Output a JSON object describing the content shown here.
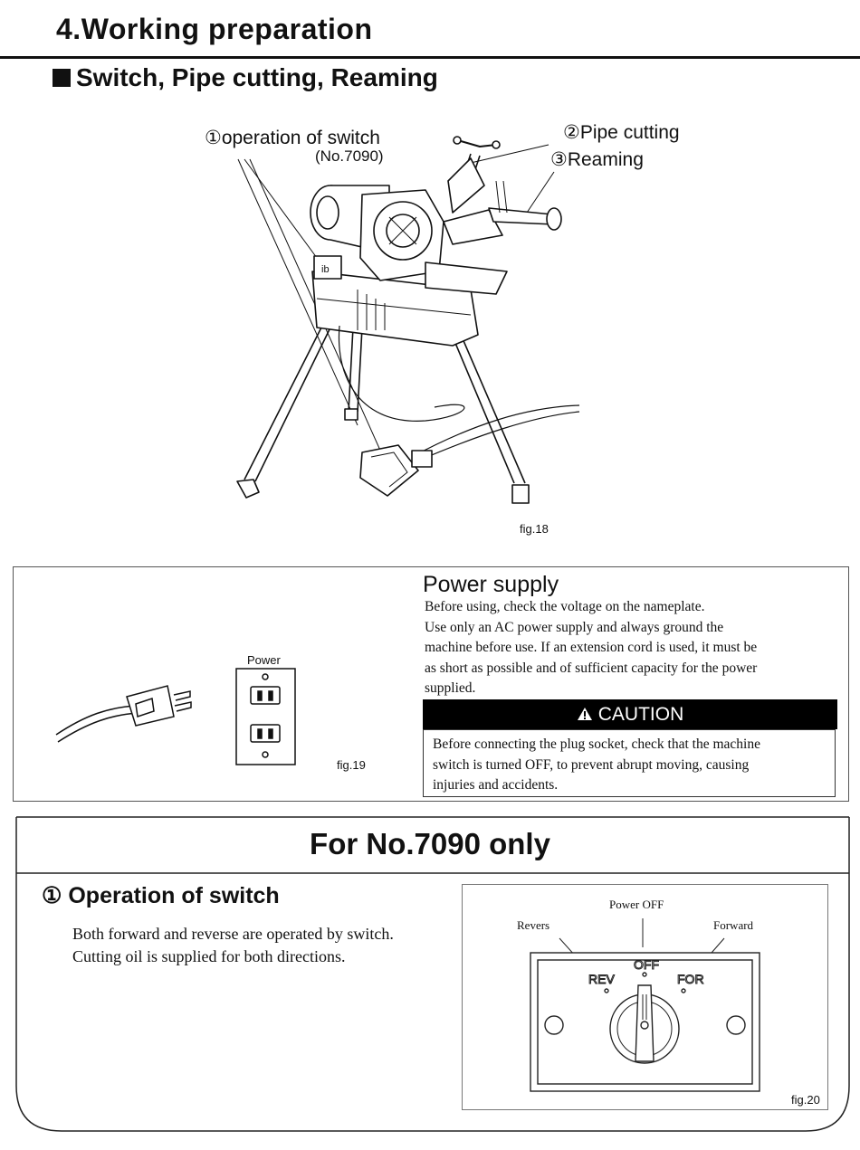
{
  "page": {
    "title": "4.Working preparation",
    "section_heading": "Switch, Pipe cutting, Reaming"
  },
  "fig18": {
    "callout_switch": "①operation of switch",
    "callout_switch_model": "(No.7090)",
    "callout_cutting": "②Pipe cutting",
    "callout_reaming": "③Reaming",
    "label": "fig.18"
  },
  "power_supply": {
    "title": "Power supply",
    "lines": [
      "Before using, check the voltage on the nameplate.",
      "Use only an AC power supply and always ground the",
      "machine before use.  If an extension cord is used, it must be",
      "as short as possible and of sufficient capacity for the power",
      "supplied."
    ],
    "outlet_label": "Power",
    "fig_label": "fig.19",
    "caution_label": "CAUTION",
    "caution_lines": [
      "Before connecting the plug socket, check that the machine",
      "switch is turned OFF, to prevent abrupt moving, causing",
      "injuries and accidents."
    ]
  },
  "model_only": {
    "title": "For No.7090 only",
    "heading": "① Operation of switch",
    "lines": [
      "Both forward and reverse are operated by switch.",
      "Cutting oil is supplied for both directions."
    ],
    "fig20": {
      "power_off": "Power OFF",
      "revers": "Revers",
      "forward": "Forward",
      "off": "OFF",
      "rev": "REV",
      "for": "FOR",
      "label": "fig.20"
    }
  }
}
